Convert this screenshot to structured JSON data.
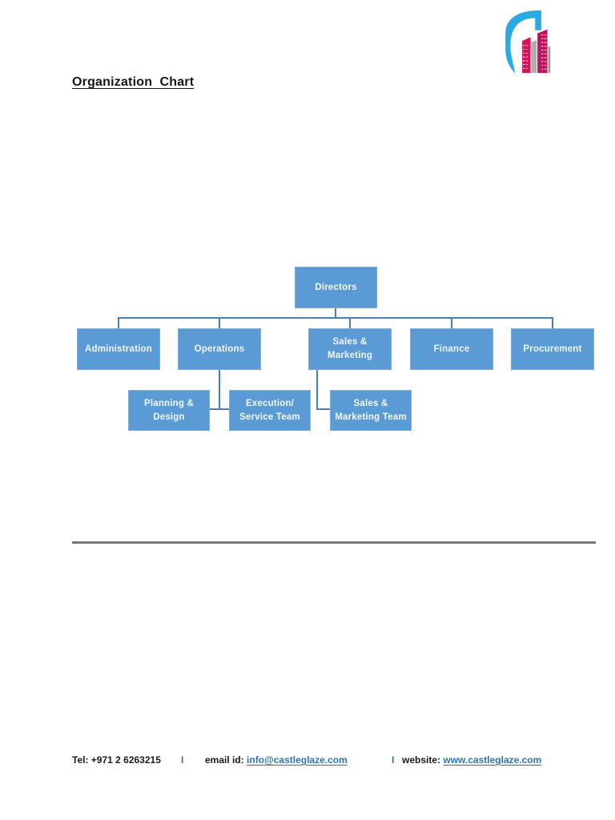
{
  "page": {
    "title": "Organization  Chart"
  },
  "logo": {
    "name": "castle-glaze-building-logo",
    "colors": {
      "cyan": "#29ABE2",
      "pink": "#D4145A",
      "dark_pink": "#C0135C",
      "gray": "#ADADAD"
    }
  },
  "org_chart": {
    "nodes": {
      "directors": {
        "label": "Directors"
      },
      "administration": {
        "label": "Administration"
      },
      "operations": {
        "label": "Operations"
      },
      "sales_marketing": {
        "label": "Sales &\nMarketing"
      },
      "finance": {
        "label": "Finance"
      },
      "procurement": {
        "label": "Procurement"
      },
      "planning_design": {
        "label": "Planning &\nDesign"
      },
      "execution_service": {
        "label": "Execution/\nService Team"
      },
      "sales_marketing_team": {
        "label": "Sales  &\nMarketing Team"
      }
    },
    "edges": [
      {
        "from": "directors",
        "to": "administration"
      },
      {
        "from": "directors",
        "to": "operations"
      },
      {
        "from": "directors",
        "to": "sales_marketing"
      },
      {
        "from": "directors",
        "to": "finance"
      },
      {
        "from": "directors",
        "to": "procurement"
      },
      {
        "from": "operations",
        "to": "planning_design"
      },
      {
        "from": "operations",
        "to": "execution_service"
      },
      {
        "from": "sales_marketing",
        "to": "sales_marketing_team"
      }
    ],
    "colors": {
      "box_fill": "#5B9BD5",
      "box_text": "#F2F7FC",
      "connector": "#4A7EBB"
    }
  },
  "footer": {
    "tel": "Tel: +971 2 6263215",
    "separator": "I",
    "email_label": "email id:",
    "email_link": "info@castleglaze.com",
    "website_label": "website:",
    "website_link": "www.castleglaze.com",
    "link_color": "#2E74B5"
  }
}
